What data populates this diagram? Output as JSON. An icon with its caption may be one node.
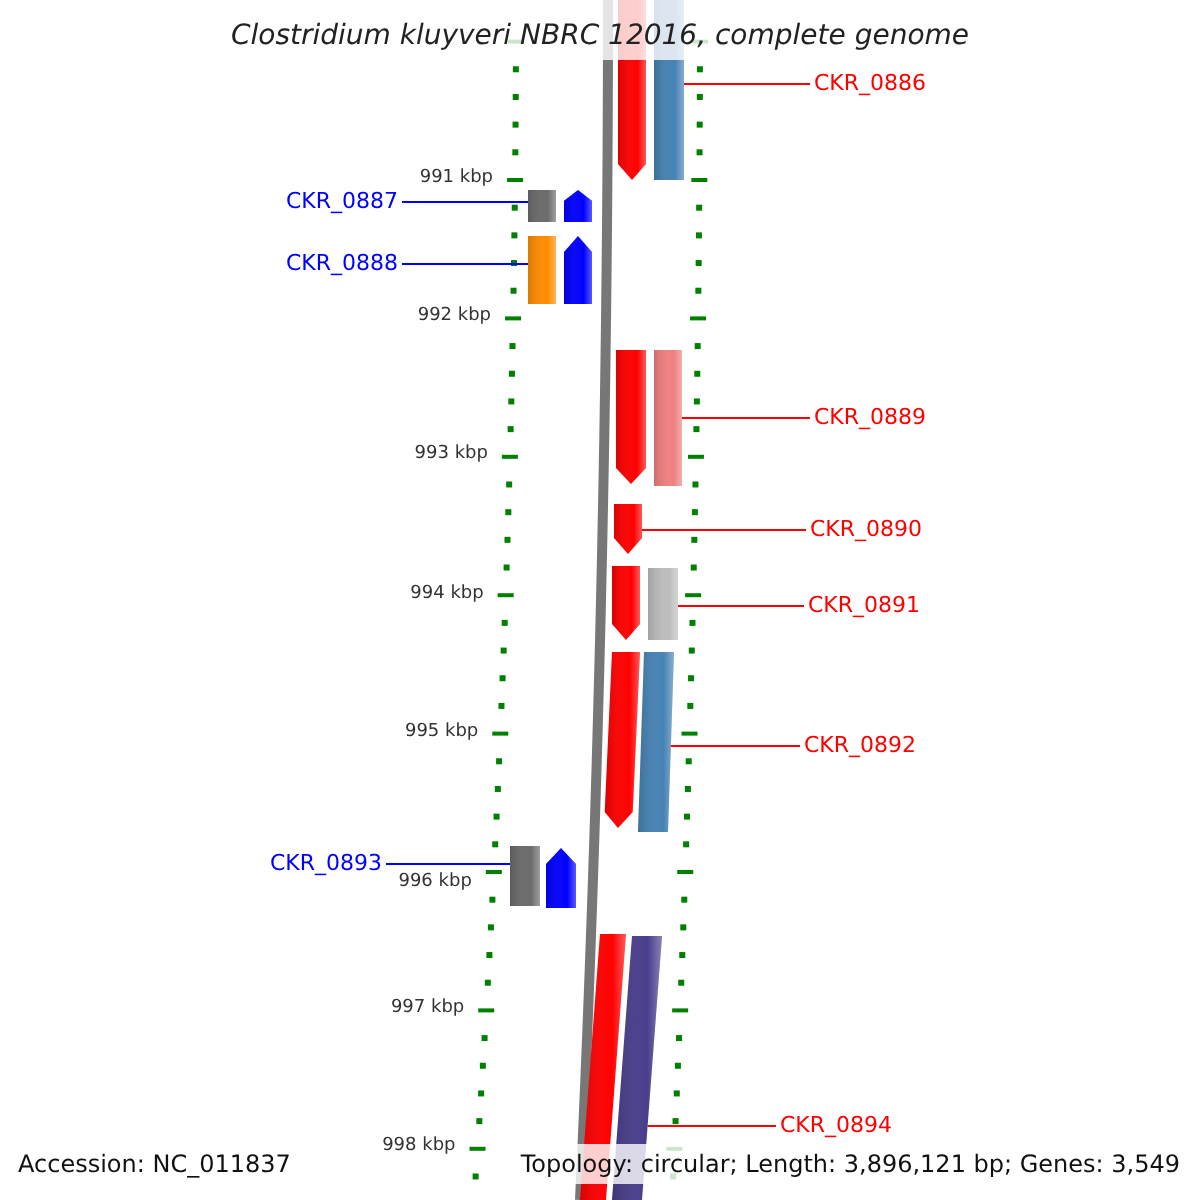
{
  "diagram": {
    "title": "Clostridium kluyveri NBRC 12016, complete genome",
    "nodes": [
      {
        "text": [
          "CKR_0886"
        ]
      },
      {
        "text": [],
        "shape": "arrow"
      },
      {
        "text": [],
        "shape": "bar"
      },
      {
        "text": [
          "CKR_0887"
        ]
      },
      {
        "text": [],
        "shape": "bar"
      },
      {
        "text": [],
        "shape": "arrow"
      },
      {
        "text": [
          "CKR_0888"
        ]
      },
      {
        "text": [],
        "shape": "bar"
      },
      {
        "text": [],
        "shape": "arrow"
      },
      {
        "text": [
          "CKR_0889"
        ]
      },
      {
        "text": [],
        "shape": "arrow"
      },
      {
        "text": [],
        "shape": "bar"
      },
      {
        "text": [
          "CKR_0890"
        ]
      },
      {
        "text": [],
        "shape": "arrow"
      },
      {
        "text": [
          "CKR_0891"
        ]
      },
      {
        "text": [],
        "shape": "arrow"
      },
      {
        "text": [],
        "shape": "bar"
      },
      {
        "text": [
          "CKR_0892"
        ]
      },
      {
        "text": [],
        "shape": "arrow"
      },
      {
        "text": [],
        "shape": "bar"
      },
      {
        "text": [
          "CKR_0893"
        ]
      },
      {
        "text": [],
        "shape": "bar"
      },
      {
        "text": [],
        "shape": "arrow"
      },
      {
        "text": [
          "CKR_0894"
        ]
      },
      {
        "text": [],
        "shape": "bar"
      },
      {
        "text": [],
        "shape": "bar"
      }
    ],
    "edges": [
      {
        "from": 0,
        "to": 2,
        "arrow": "none"
      },
      {
        "from": 3,
        "to": 4,
        "arrow": "none",
        "color": "#0000ff"
      },
      {
        "from": 6,
        "to": 7,
        "arrow": "none",
        "color": "#0000ff"
      },
      {
        "from": 9,
        "to": 11,
        "arrow": "none"
      },
      {
        "from": 12,
        "to": 13,
        "arrow": "none"
      },
      {
        "from": 14,
        "to": 16,
        "arrow": "none"
      },
      {
        "from": 17,
        "to": 19,
        "arrow": "none"
      },
      {
        "from": 20,
        "to": 21,
        "arrow": "none",
        "color": "#0000ff"
      },
      {
        "from": 23,
        "to": 25,
        "arrow": "none"
      }
    ],
    "labels": [
      "991 kbp",
      "992 kbp",
      "993 kbp",
      "994 kbp",
      "995 kbp",
      "996 kbp",
      "997 kbp",
      "998 kbp",
      "Accession: NC_011837",
      "Topology: circular; Length: 3,896,121 bp; Genes: 3,549"
    ]
  }
}
